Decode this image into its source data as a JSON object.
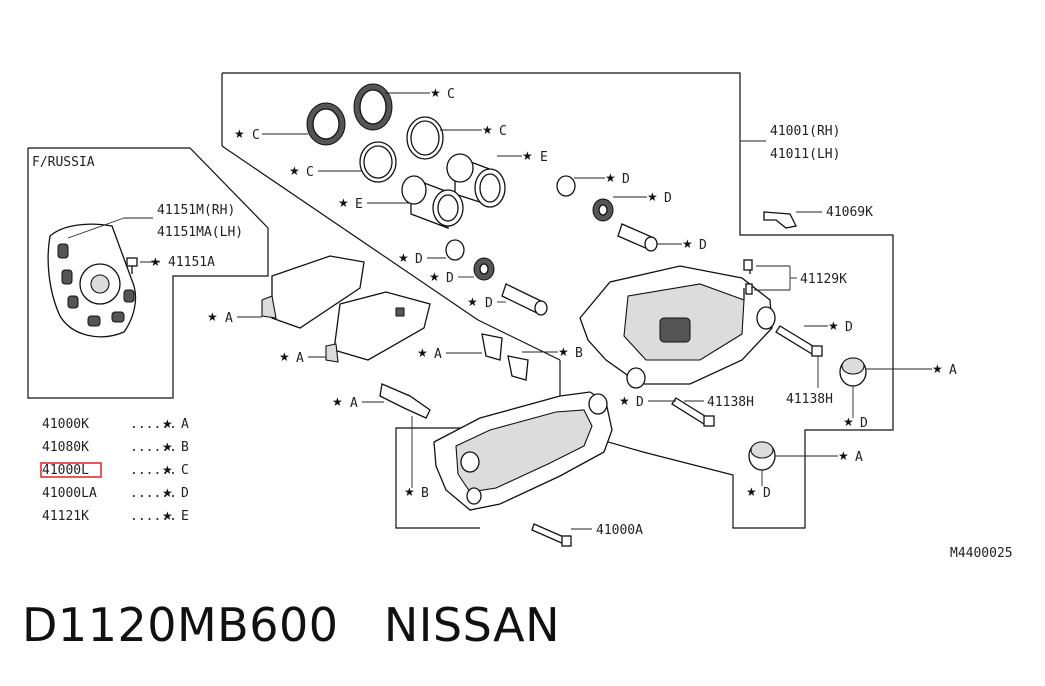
{
  "inset": {
    "title": "F/RUSSIA",
    "label_rh": "41151M(RH)",
    "label_lh": "41151MA(LH)",
    "label_bolt": "41151A"
  },
  "callouts": {
    "c1": "C",
    "c2": "C",
    "c3": "C",
    "c4": "C",
    "e1": "E",
    "e2": "E",
    "d1": "D",
    "d2": "D",
    "d3": "D",
    "d4": "D",
    "d5": "D",
    "d6": "D",
    "d7": "D",
    "d8": "D",
    "d9": "D",
    "a1": "A",
    "a2": "A",
    "a3": "A",
    "a4": "A",
    "a5": "A",
    "a6": "A",
    "b1": "B",
    "b2": "B"
  },
  "parts": {
    "caliper_rh": "41001(RH)",
    "caliper_lh": "41011(LH)",
    "p41069k": "41069K",
    "p41129k": "41129K",
    "p41138h_a": "41138H",
    "p41138h_b": "41138H",
    "p41000a": "41000A"
  },
  "legend": [
    {
      "part": "41000K",
      "dots": "......",
      "kit": "A",
      "highlight": false
    },
    {
      "part": "41080K",
      "dots": "......",
      "kit": "B",
      "highlight": false
    },
    {
      "part": "41000L",
      "dots": "......",
      "kit": "C",
      "highlight": true
    },
    {
      "part": "41000LA",
      "dots": "......",
      "kit": "D",
      "highlight": false
    },
    {
      "part": "41121K",
      "dots": "......",
      "kit": "E",
      "highlight": false
    }
  ],
  "star_symbol": "★",
  "diagram_code": "M4400025",
  "caption": "D1120MB600   NISSAN",
  "colors": {
    "highlight_box": "#e02020",
    "line": "#111111"
  }
}
